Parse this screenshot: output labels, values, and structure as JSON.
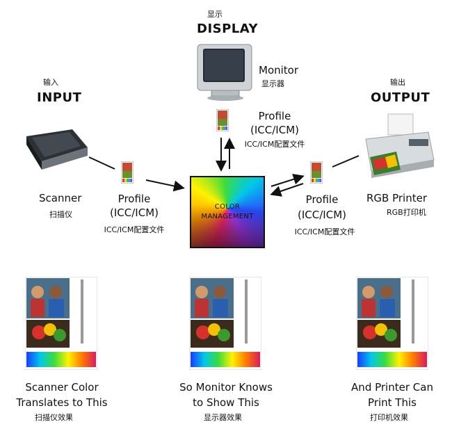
{
  "display": {
    "cn": "显示",
    "heading": "DISPLAY",
    "monitor_label": "Monitor",
    "monitor_cn": "显示器"
  },
  "input": {
    "cn": "输入",
    "heading": "INPUT",
    "scanner_label": "Scanner",
    "scanner_cn": "扫描仪"
  },
  "output": {
    "cn": "输出",
    "heading": "OUTPUT",
    "printer_label": "RGB Printer",
    "printer_cn": "RGB打印机"
  },
  "profiles": {
    "display": {
      "line1": "Profile",
      "line2": "(ICC/ICM)",
      "cn": "ICC/ICM配置文件"
    },
    "input": {
      "line1": "Profile",
      "line2": "(ICC/ICM)",
      "cn": "ICC/ICM配置文件"
    },
    "output": {
      "line1": "Profile",
      "line2": "(ICC/ICM)",
      "cn": "ICC/ICM配置文件"
    }
  },
  "center": {
    "line1": "COLOR",
    "line2": "MANAGEMENT"
  },
  "captions": {
    "scanner": {
      "line1": "Scanner Color",
      "line2": "Translates to This",
      "cn": "扫描仪效果"
    },
    "monitor": {
      "line1": "So Monitor Knows",
      "line2": "to Show This",
      "cn": "显示器效果"
    },
    "printer": {
      "line1": "And Printer Can",
      "line2": "Print This",
      "cn": "打印机效果"
    }
  }
}
